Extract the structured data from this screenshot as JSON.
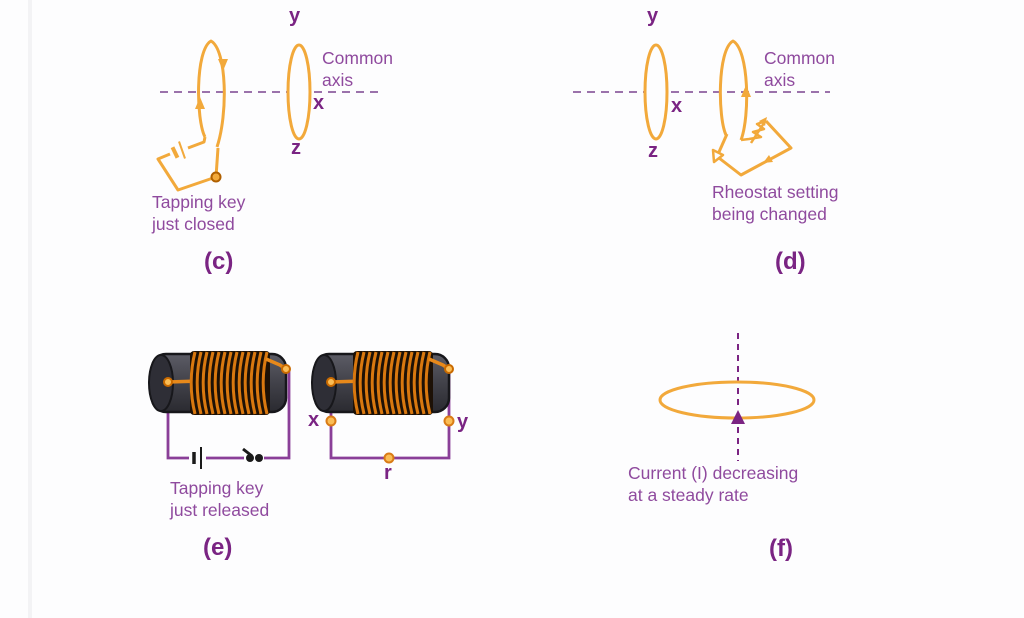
{
  "figure": {
    "description": "Electromagnetic induction diagrams, panels c to f",
    "colors": {
      "coil_orange": "#F2A93B",
      "coil_wire_dark_orange": "#D9780F",
      "circuit_purple": "#8A3F98",
      "caption_purple": "#8F4A9E",
      "label_dark_purple": "#7A2483",
      "axis_dash_purple": "#9B72AB",
      "coil_body_gray": "#3F3F47",
      "background": "#fdfdfe"
    },
    "panels": {
      "c": {
        "letter": "(c)",
        "caption": "Tapping key\njust closed",
        "axis_caption": "Common\naxis",
        "axis_labels": {
          "y": "y",
          "x": "x",
          "z": "z"
        }
      },
      "d": {
        "letter": "(d)",
        "caption": "Rheostat setting\nbeing changed",
        "axis_caption": "Common\naxis",
        "axis_labels": {
          "y": "y",
          "x": "x",
          "z": "z"
        }
      },
      "e": {
        "letter": "(e)",
        "caption": "Tapping key\njust released",
        "terminal_labels": {
          "x": "x",
          "y": "y",
          "r": "r"
        }
      },
      "f": {
        "letter": "(f)",
        "caption": "Current (I) decreasing\nat a steady rate"
      }
    }
  }
}
